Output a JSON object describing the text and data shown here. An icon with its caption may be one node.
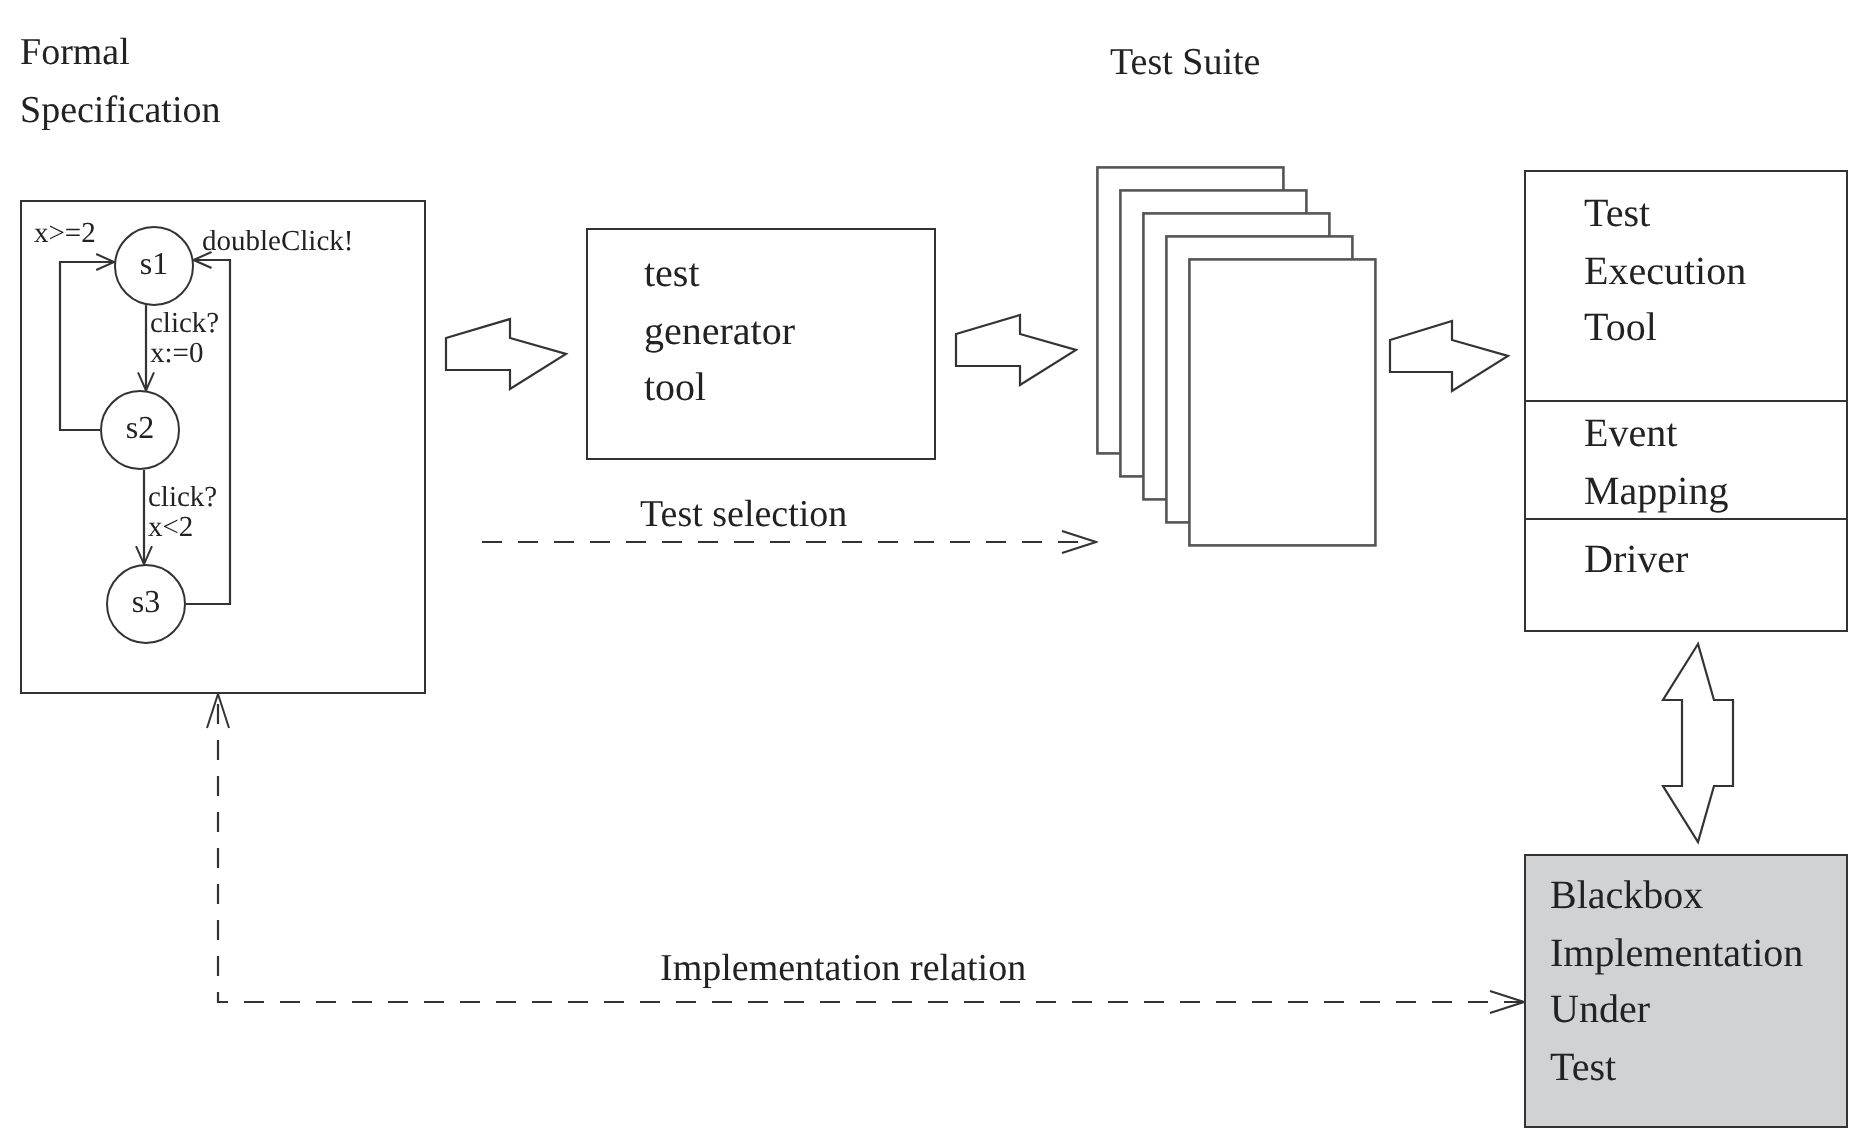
{
  "diagram": {
    "nodes": [
      {
        "text": [
          "Formal Specification"
        ]
      },
      {
        "text": [
          "s1"
        ],
        "in": 0
      },
      {
        "text": [
          "s2"
        ],
        "in": 0
      },
      {
        "text": [
          "s3"
        ],
        "in": 0
      },
      {
        "text": [
          "test generator tool"
        ]
      },
      {
        "text": [
          "Test Suite"
        ]
      },
      {
        "text": [
          "Test Execution Tool"
        ]
      },
      {
        "text": [
          "Event Mapping"
        ]
      },
      {
        "text": [
          "Driver"
        ]
      },
      {
        "text": [
          "Blackbox Implementation Under Test"
        ]
      }
    ],
    "edges": [
      {
        "from": 1,
        "to": 2,
        "arrow": "to",
        "label": "click? x:=0"
      },
      {
        "from": 2,
        "to": 3,
        "arrow": "to",
        "label": "click? x<2"
      },
      {
        "from": 2,
        "to": 1,
        "arrow": "to",
        "label": "x>=2"
      },
      {
        "from": 3,
        "to": 1,
        "arrow": "to",
        "label": "doubleClick!"
      },
      {
        "from": 0,
        "to": 4,
        "arrow": "to",
        "style": "thick"
      },
      {
        "from": 4,
        "to": 5,
        "arrow": "to",
        "style": "thick"
      },
      {
        "from": 5,
        "to": 6,
        "arrow": "to",
        "style": "thick"
      },
      {
        "from": 8,
        "to": 9,
        "arrow": "both",
        "style": "thick"
      },
      {
        "from": 0,
        "to": 5,
        "arrow": "to",
        "style": "dashed",
        "label": "Test selection"
      },
      {
        "from": 9,
        "to": 0,
        "arrow": "both",
        "style": "dashed",
        "label": "Implementation relation"
      }
    ]
  }
}
